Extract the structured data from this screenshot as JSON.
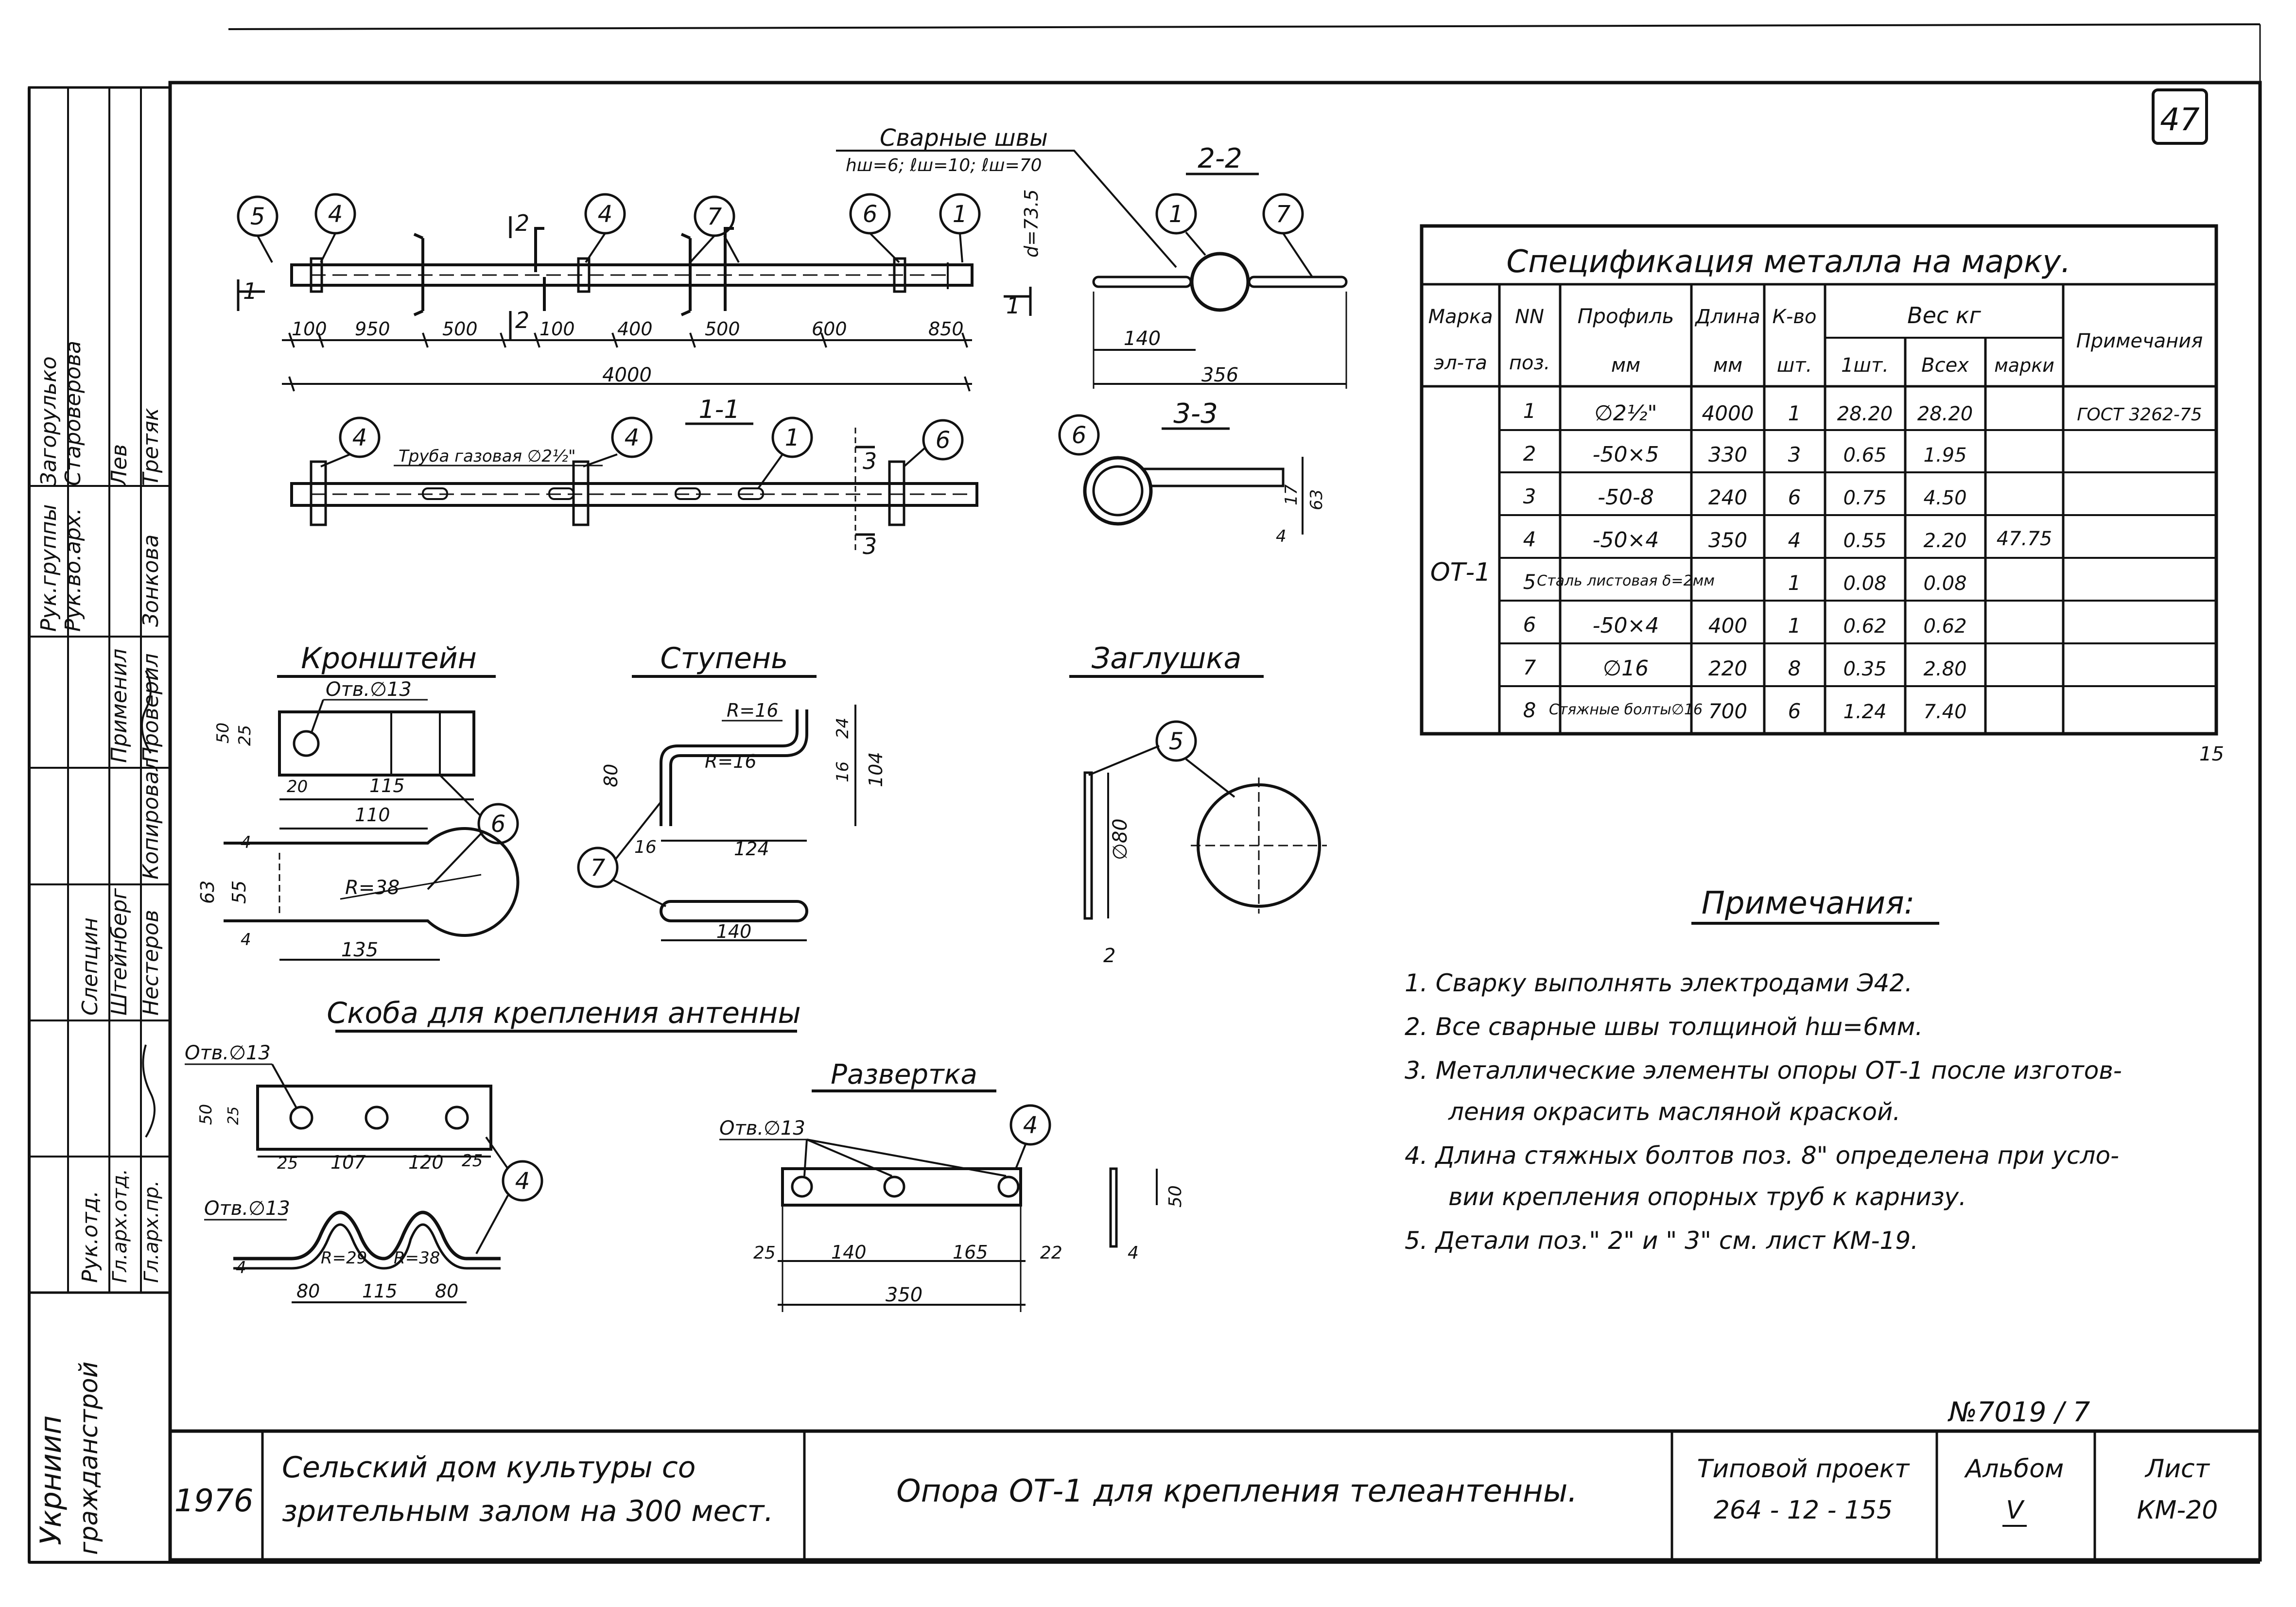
{
  "sheet": {
    "number": "47",
    "stamp_digit": "15"
  },
  "views": {
    "main": {
      "callouts": [
        "5",
        "4",
        "4",
        "7",
        "6",
        "1"
      ],
      "section_marks": [
        "1",
        "1",
        "2",
        "2"
      ],
      "weld_title": "Сварные швы",
      "weld_params": "hш=6; ℓш=10; ℓш=70",
      "dia_label": "d=73.5",
      "dims": [
        "100",
        "950",
        "500",
        "100",
        "400",
        "500",
        "600",
        "850"
      ],
      "overall": "4000"
    },
    "section_1_1": {
      "title": "1-1",
      "callouts": [
        "4",
        "4",
        "1",
        "6"
      ],
      "pipe_label": "Труба газовая ∅2½\"",
      "section_marks": [
        "3",
        "3"
      ]
    },
    "section_2_2": {
      "title": "2-2",
      "callouts": [
        "1",
        "7"
      ],
      "dims": [
        "140",
        "356"
      ]
    },
    "section_3_3": {
      "title": "3-3",
      "callouts": [
        "6"
      ],
      "dims": [
        "17",
        "63",
        "4"
      ]
    },
    "bracket": {
      "title": "Кронштейн",
      "hole": "Отв.∅13",
      "callout": "6",
      "dims": [
        "50",
        "25",
        "20",
        "115",
        "110",
        "4",
        "63",
        "55",
        "4",
        "135"
      ],
      "radius": "R=38"
    },
    "step": {
      "title": "Ступень",
      "r_top": "R=16",
      "r_mid": "R=16",
      "callout": "7",
      "dims": [
        "80",
        "16",
        "124",
        "16",
        "24",
        "104",
        "140"
      ]
    },
    "plug": {
      "title": "Заглушка",
      "callout": "5",
      "dims": [
        "∅80",
        "2"
      ]
    },
    "clamp": {
      "title": "Скоба для крепления антенны",
      "hole_top": "Отв.∅13",
      "hole_bottom": "Отв.∅13",
      "callout": "4",
      "dims_top": [
        "50",
        "25",
        "25",
        "107",
        "120",
        "25"
      ],
      "radii": [
        "R=29",
        "R=38"
      ],
      "dims_bottom": [
        "80",
        "115",
        "80"
      ],
      "thickness": "4"
    },
    "flat": {
      "title": "Развертка",
      "hole": "Отв.∅13",
      "callout": "4",
      "dims": [
        "25",
        "140",
        "165",
        "22"
      ],
      "overall": "350",
      "side": [
        "50",
        "4"
      ]
    }
  },
  "spec": {
    "title": "Спецификация металла на марку.",
    "headers": {
      "mark": [
        "Марка",
        "эл-та"
      ],
      "pos": [
        "NN",
        "поз."
      ],
      "profile": [
        "Профиль",
        "мм"
      ],
      "length": [
        "Длина",
        "мм"
      ],
      "qty": [
        "К-во",
        "шт."
      ],
      "weight": "Вес кг",
      "w_one": "1шт.",
      "w_all": "Всех",
      "w_mark": "марки",
      "note": "Примечания"
    },
    "mark_value": "ОТ-1",
    "mark_total": "47.75",
    "rows": [
      {
        "pos": "1",
        "profile": "∅2½\"",
        "length": "4000",
        "qty": "1",
        "w1": "28.20",
        "wall": "28.20",
        "note": "ГОСТ 3262-75"
      },
      {
        "pos": "2",
        "profile": "-50×5",
        "length": "330",
        "qty": "3",
        "w1": "0.65",
        "wall": "1.95",
        "note": ""
      },
      {
        "pos": "3",
        "profile": "-50-8",
        "length": "240",
        "qty": "6",
        "w1": "0.75",
        "wall": "4.50",
        "note": ""
      },
      {
        "pos": "4",
        "profile": "-50×4",
        "length": "350",
        "qty": "4",
        "w1": "0.55",
        "wall": "2.20",
        "note": ""
      },
      {
        "pos": "5",
        "profile": "Сталь листовая δ=2мм",
        "length": "",
        "qty": "1",
        "w1": "0.08",
        "wall": "0.08",
        "note": ""
      },
      {
        "pos": "6",
        "profile": "-50×4",
        "length": "400",
        "qty": "1",
        "w1": "0.62",
        "wall": "0.62",
        "note": ""
      },
      {
        "pos": "7",
        "profile": "∅16",
        "length": "220",
        "qty": "8",
        "w1": "0.35",
        "wall": "2.80",
        "note": ""
      },
      {
        "pos": "8",
        "profile": "Стяжные болты∅16",
        "length": "700",
        "qty": "6",
        "w1": "1.24",
        "wall": "7.40",
        "note": ""
      }
    ]
  },
  "notes": {
    "title": "Примечания:",
    "items": [
      "1. Сварку выполнять электродами Э42.",
      "2. Все сварные швы толщиной hш=6мм.",
      "3. Металлические элементы опоры ОТ-1 после изготов-",
      "ления окрасить масляной краской.",
      "4. Длина стяжных болтов поз. 8\" определена при усло-",
      "вии крепления опорных труб к карнизу.",
      "5. Детали поз.\" 2\" и \" 3\" см. лист КМ-19."
    ]
  },
  "left_strip": {
    "org": "Укрниип",
    "org2": "гражданстрой",
    "roles": [
      "Рук.группы",
      "Рук.во.арх.",
      "Применил",
      "Проверил",
      "Копировал",
      "Рук.отд.",
      "Гл.арх.отд.",
      "Гл.арх.пр."
    ],
    "names": [
      "Загорулько",
      "Староверова",
      "Лев",
      "Зонкова",
      "Третяк",
      "Слепцин",
      "Штейнберг",
      "Нестеров"
    ]
  },
  "title_block": {
    "year": "1976",
    "project": [
      "Сельский дом культуры со",
      "зрительным залом на 300 мест."
    ],
    "drawing": "Опора ОТ-1 для крепления телеантенны.",
    "typical_label": "Типовой проект",
    "typical_value": "264 - 12 - 155",
    "album_label": "Альбом",
    "album_value": "V",
    "sheet_label": "Лист",
    "sheet_value": "КМ-20",
    "reg_number": "№7019 / 7"
  }
}
